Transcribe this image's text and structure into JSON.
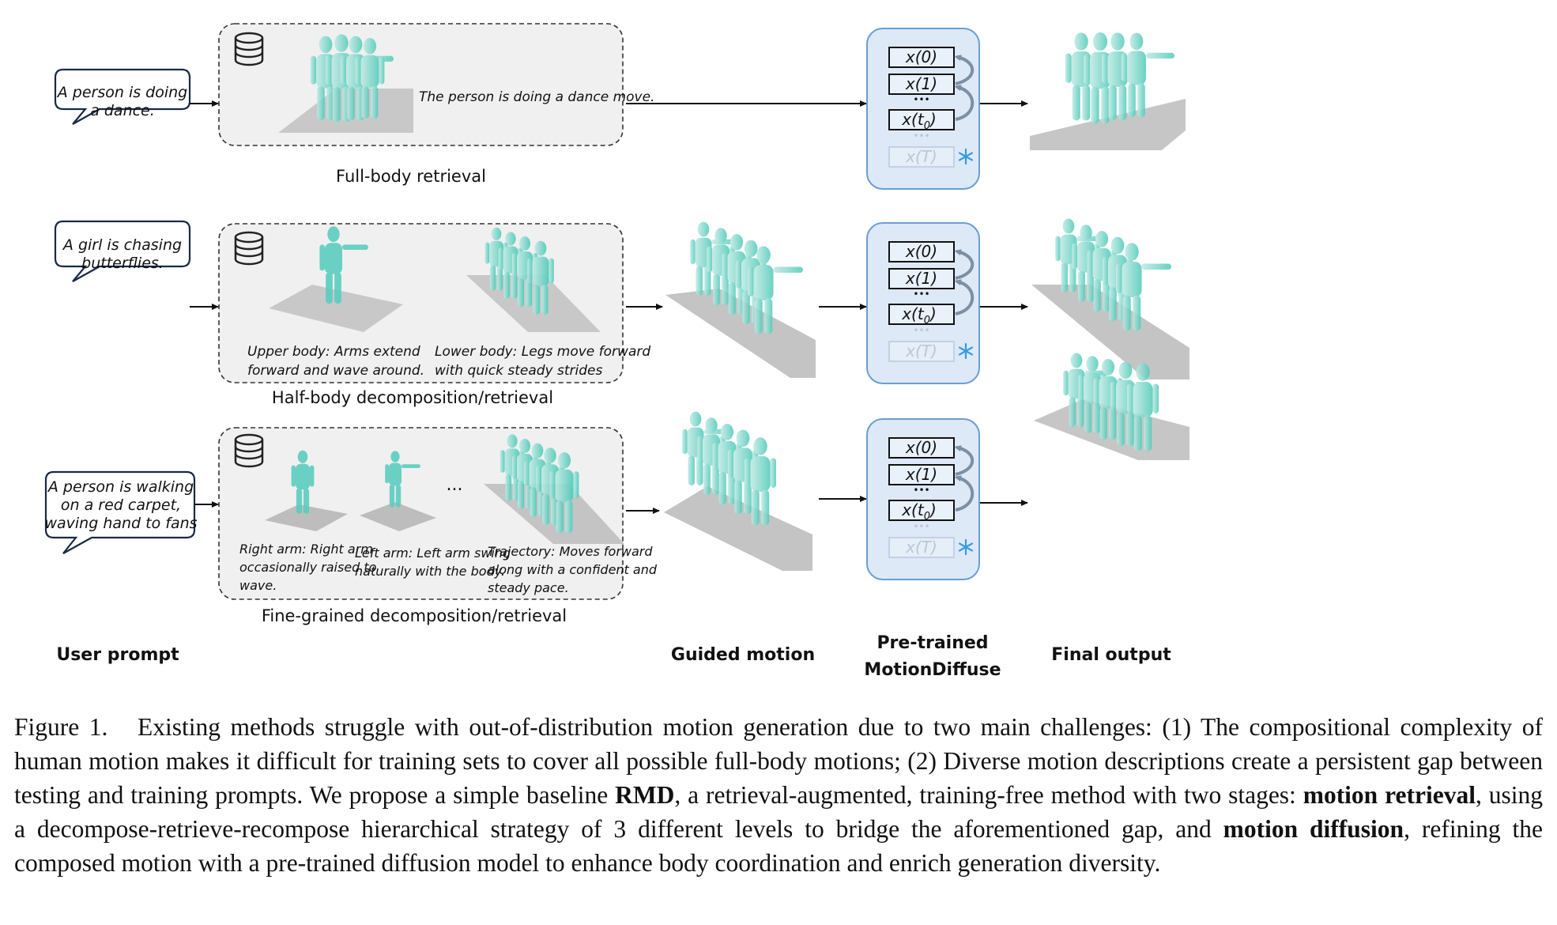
{
  "columns": {
    "user_prompt": "User prompt",
    "guided_motion": "Guided motion",
    "pretrained_line1": "Pre-trained",
    "pretrained_line2": "MotionDiffuse",
    "final_output": "Final output"
  },
  "row1": {
    "prompt_line1": "A person is doing",
    "prompt_line2": "a dance.",
    "retrieved_text": "The person is doing a dance move.",
    "panel_label": "Full-body retrieval"
  },
  "row2": {
    "prompt_line1": "A girl is chasing",
    "prompt_line2": "butterflies.",
    "upper_line1": "Upper body: Arms extend",
    "upper_line2": "forward and wave around.",
    "lower_line1": "Lower body: Legs move forward",
    "lower_line2": "with quick steady strides",
    "panel_label": "Half-body decomposition/retrieval"
  },
  "row3": {
    "prompt_line1": "A person is walking",
    "prompt_line2": "on a red carpet,",
    "prompt_line3": "waving hand to fans",
    "right_line1": "Right arm: Right arm",
    "right_line2": "occasionally raised to",
    "right_line3": "wave.",
    "left_line1": "Left arm: Left arm swing",
    "left_line2": "naturally with the body.",
    "ellipsis": "...",
    "traj_line1": "Trajectory: Moves forward",
    "traj_line2": "along with a confident and",
    "traj_line3": "steady pace.",
    "panel_label": "Fine-grained decomposition/retrieval"
  },
  "diffusion": {
    "x0": "x(0)",
    "x1": "x(1)",
    "dots": "•••",
    "xt0_base": "x(t",
    "xt0_sub": "0",
    "xt0_close": ")",
    "dots_faded": "•••",
    "xT": "x(T)"
  },
  "colors": {
    "figure_teal": "#5ccdc0",
    "diffusion_fill": "#dde9f7",
    "diffusion_stroke": "#6a9fd4",
    "panel_fill": "#f0f0f0",
    "snowflake": "#3a9be0"
  },
  "caption": {
    "fig_label": "Figure 1.",
    "part1": "Existing methods struggle with out-of-distribution motion generation due to two main challenges: (1) The compositional complexity of human motion makes it difficult for training sets to cover all possible full-body motions; (2) Diverse motion descriptions create a persistent gap between testing and training prompts. We propose a simple baseline ",
    "rmd": "RMD",
    "part2": ", a retrieval-augmented, training-free method with two stages: ",
    "motion_retrieval": "motion retrieval",
    "part3": ", using a decompose-retrieve-recompose hierarchical strategy of 3 different levels to bridge the aforementioned gap, and ",
    "motion_diffusion": "motion diffusion",
    "part4": ", refining the composed motion with a pre-trained diffusion model to enhance body coordination and enrich generation diversity."
  }
}
